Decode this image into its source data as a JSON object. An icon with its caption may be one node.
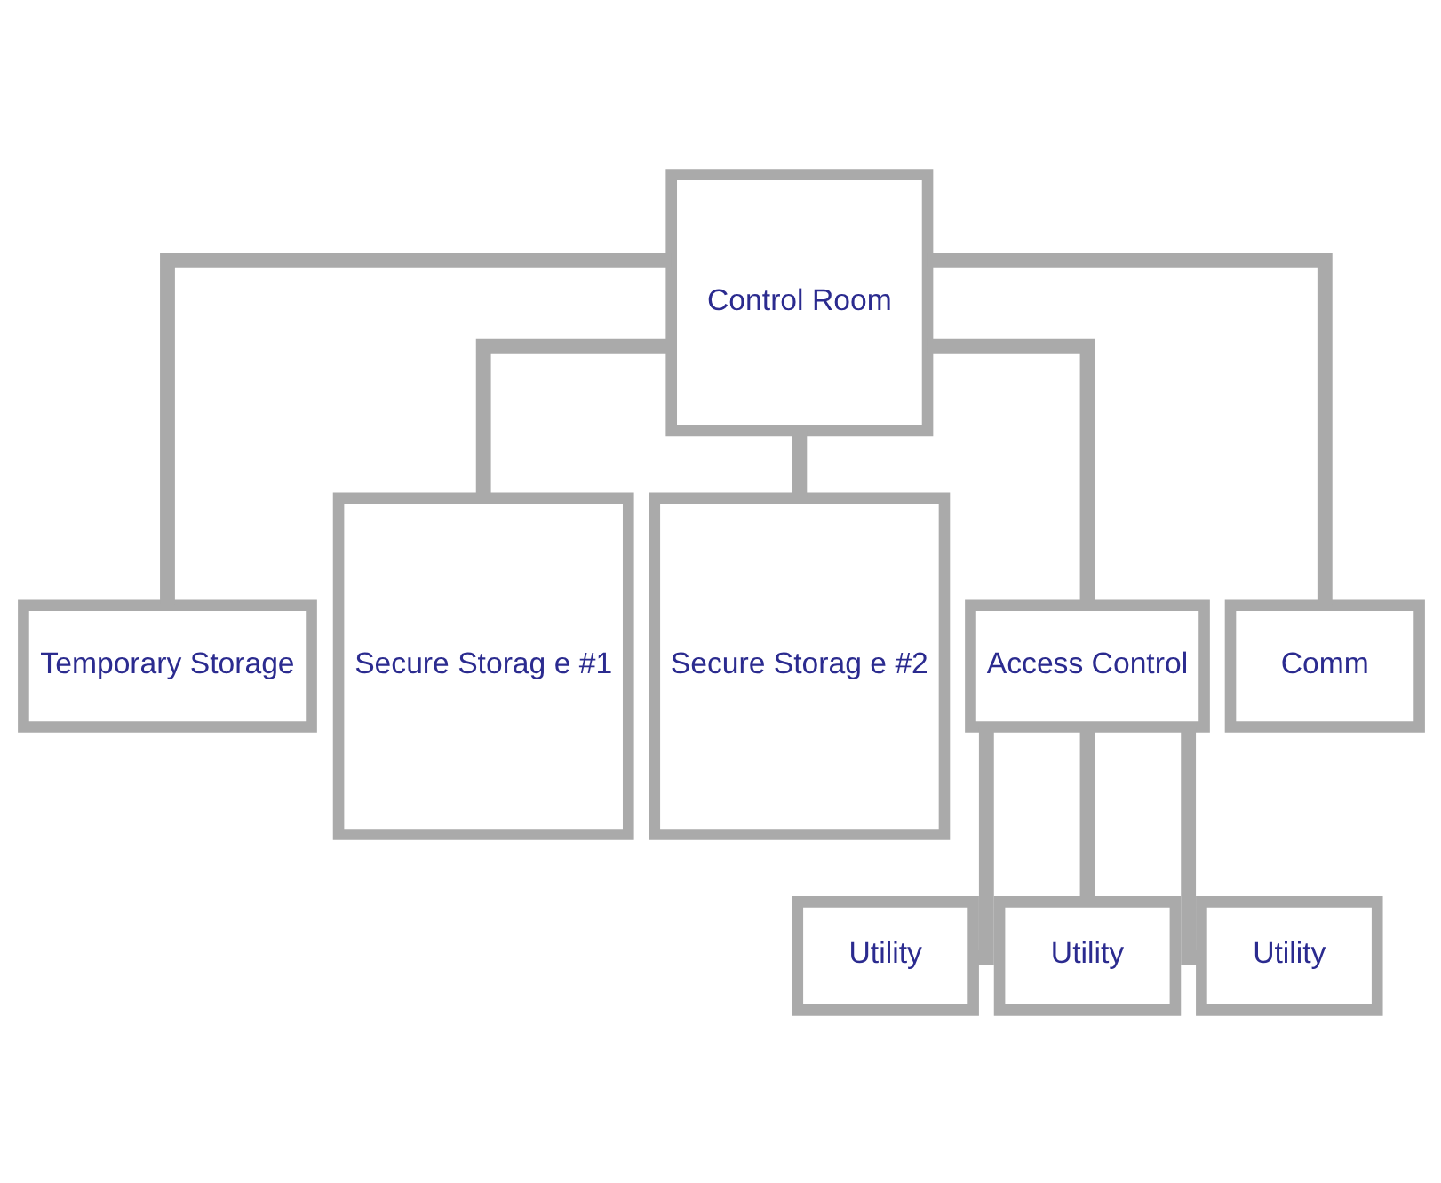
{
  "diagram": {
    "nodes": [
      {
        "text": [
          "Control Room"
        ]
      },
      {
        "text": [
          "Temporary Storage"
        ]
      },
      {
        "text": [
          "Secure Storag e #1"
        ]
      },
      {
        "text": [
          "Secure Storag e #2"
        ]
      },
      {
        "text": [
          "Access Control"
        ]
      },
      {
        "text": [
          "Comm"
        ]
      },
      {
        "text": [
          "Utility"
        ]
      },
      {
        "text": [
          "Utility"
        ]
      },
      {
        "text": [
          "Utility"
        ]
      }
    ],
    "edges": [
      {
        "from": 0,
        "to": 1,
        "arrow": "none"
      },
      {
        "from": 0,
        "to": 2,
        "arrow": "none"
      },
      {
        "from": 0,
        "to": 3,
        "arrow": "none"
      },
      {
        "from": 0,
        "to": 4,
        "arrow": "none"
      },
      {
        "from": 0,
        "to": 5,
        "arrow": "none"
      },
      {
        "from": 4,
        "to": 6,
        "arrow": "none"
      },
      {
        "from": 4,
        "to": 7,
        "arrow": "none"
      },
      {
        "from": 4,
        "to": 8,
        "arrow": "none"
      }
    ]
  }
}
